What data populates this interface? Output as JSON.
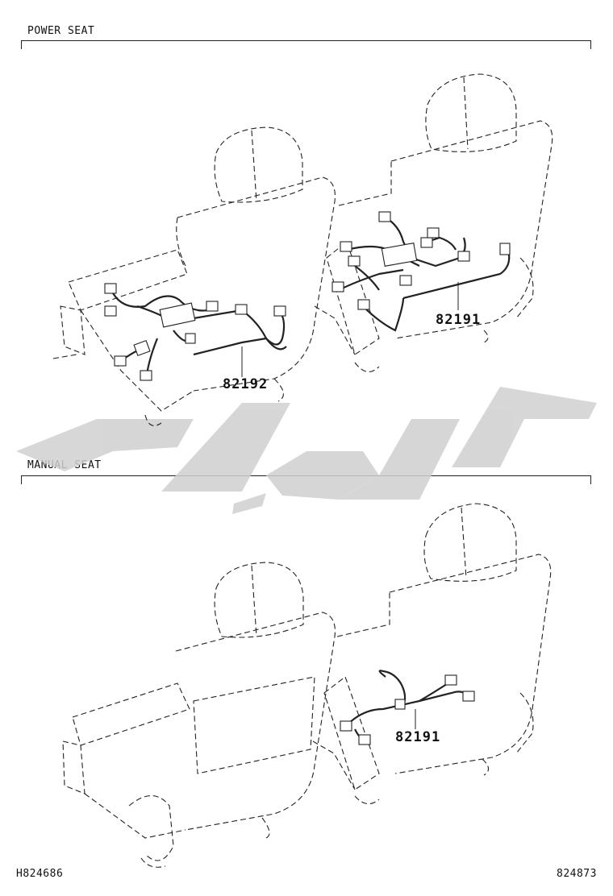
{
  "sections": [
    {
      "label": "POWER SEAT",
      "parts": [
        {
          "number": "82192"
        },
        {
          "number": "82191"
        }
      ]
    },
    {
      "label": "MANUAL SEAT",
      "parts": [
        {
          "number": "82191"
        }
      ]
    }
  ],
  "footer": {
    "left": "H824686",
    "right": "824873"
  },
  "watermark": {
    "color": "#d0d0d0"
  }
}
